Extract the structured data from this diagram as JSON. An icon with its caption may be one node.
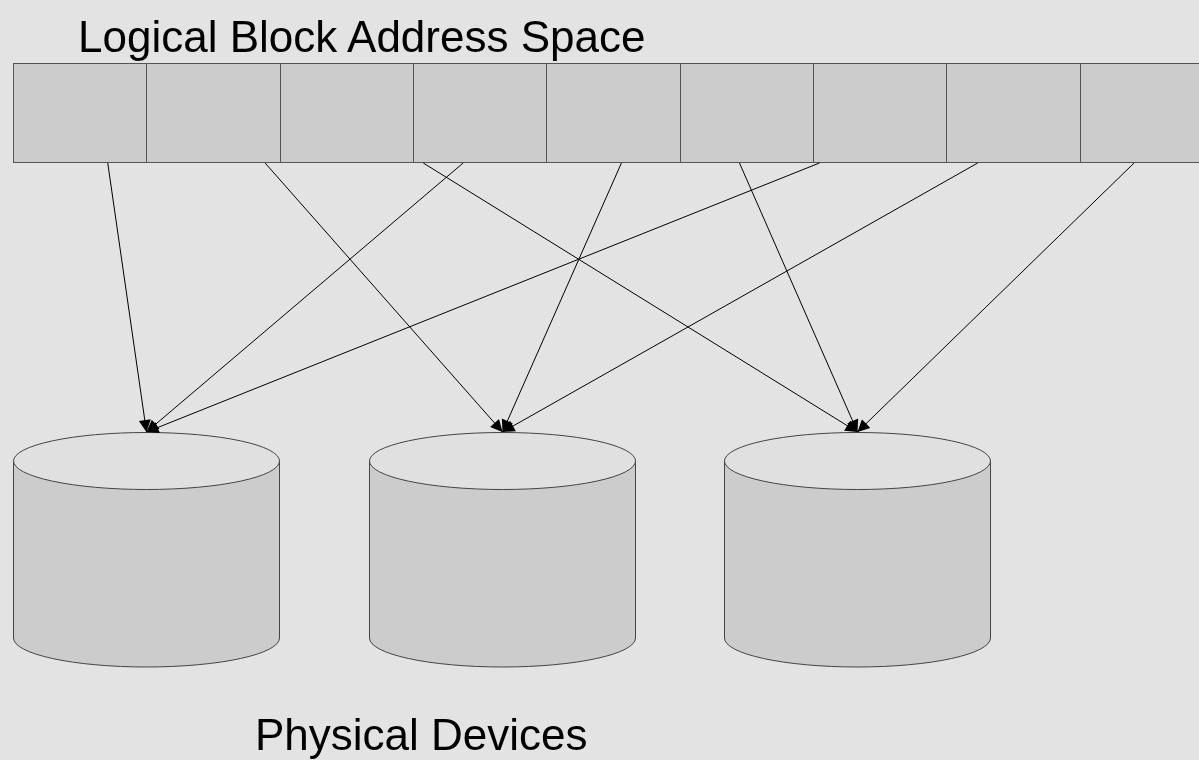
{
  "diagram": {
    "title": "Logical Block Address Space",
    "caption": "Physical Devices",
    "nodes": [
      {
        "text": [],
        "shape": "box"
      },
      {
        "text": [],
        "shape": "box"
      },
      {
        "text": [],
        "shape": "box"
      },
      {
        "text": [],
        "shape": "box"
      },
      {
        "text": [],
        "shape": "box"
      },
      {
        "text": [],
        "shape": "box"
      },
      {
        "text": [],
        "shape": "box"
      },
      {
        "text": [],
        "shape": "box"
      },
      {
        "text": [],
        "shape": "box"
      },
      {
        "text": [],
        "shape": "cylinder"
      },
      {
        "text": [],
        "shape": "cylinder"
      },
      {
        "text": [],
        "shape": "cylinder"
      }
    ],
    "edges": [
      {
        "from": 0,
        "to": 9,
        "arrow": "to"
      },
      {
        "from": 1,
        "to": 10,
        "arrow": "to"
      },
      {
        "from": 2,
        "to": 11,
        "arrow": "to"
      },
      {
        "from": 3,
        "to": 9,
        "arrow": "to"
      },
      {
        "from": 4,
        "to": 10,
        "arrow": "to"
      },
      {
        "from": 5,
        "to": 11,
        "arrow": "to"
      },
      {
        "from": 6,
        "to": 9,
        "arrow": "to"
      },
      {
        "from": 7,
        "to": 10,
        "arrow": "to"
      },
      {
        "from": 8,
        "to": 11,
        "arrow": "to"
      }
    ]
  }
}
